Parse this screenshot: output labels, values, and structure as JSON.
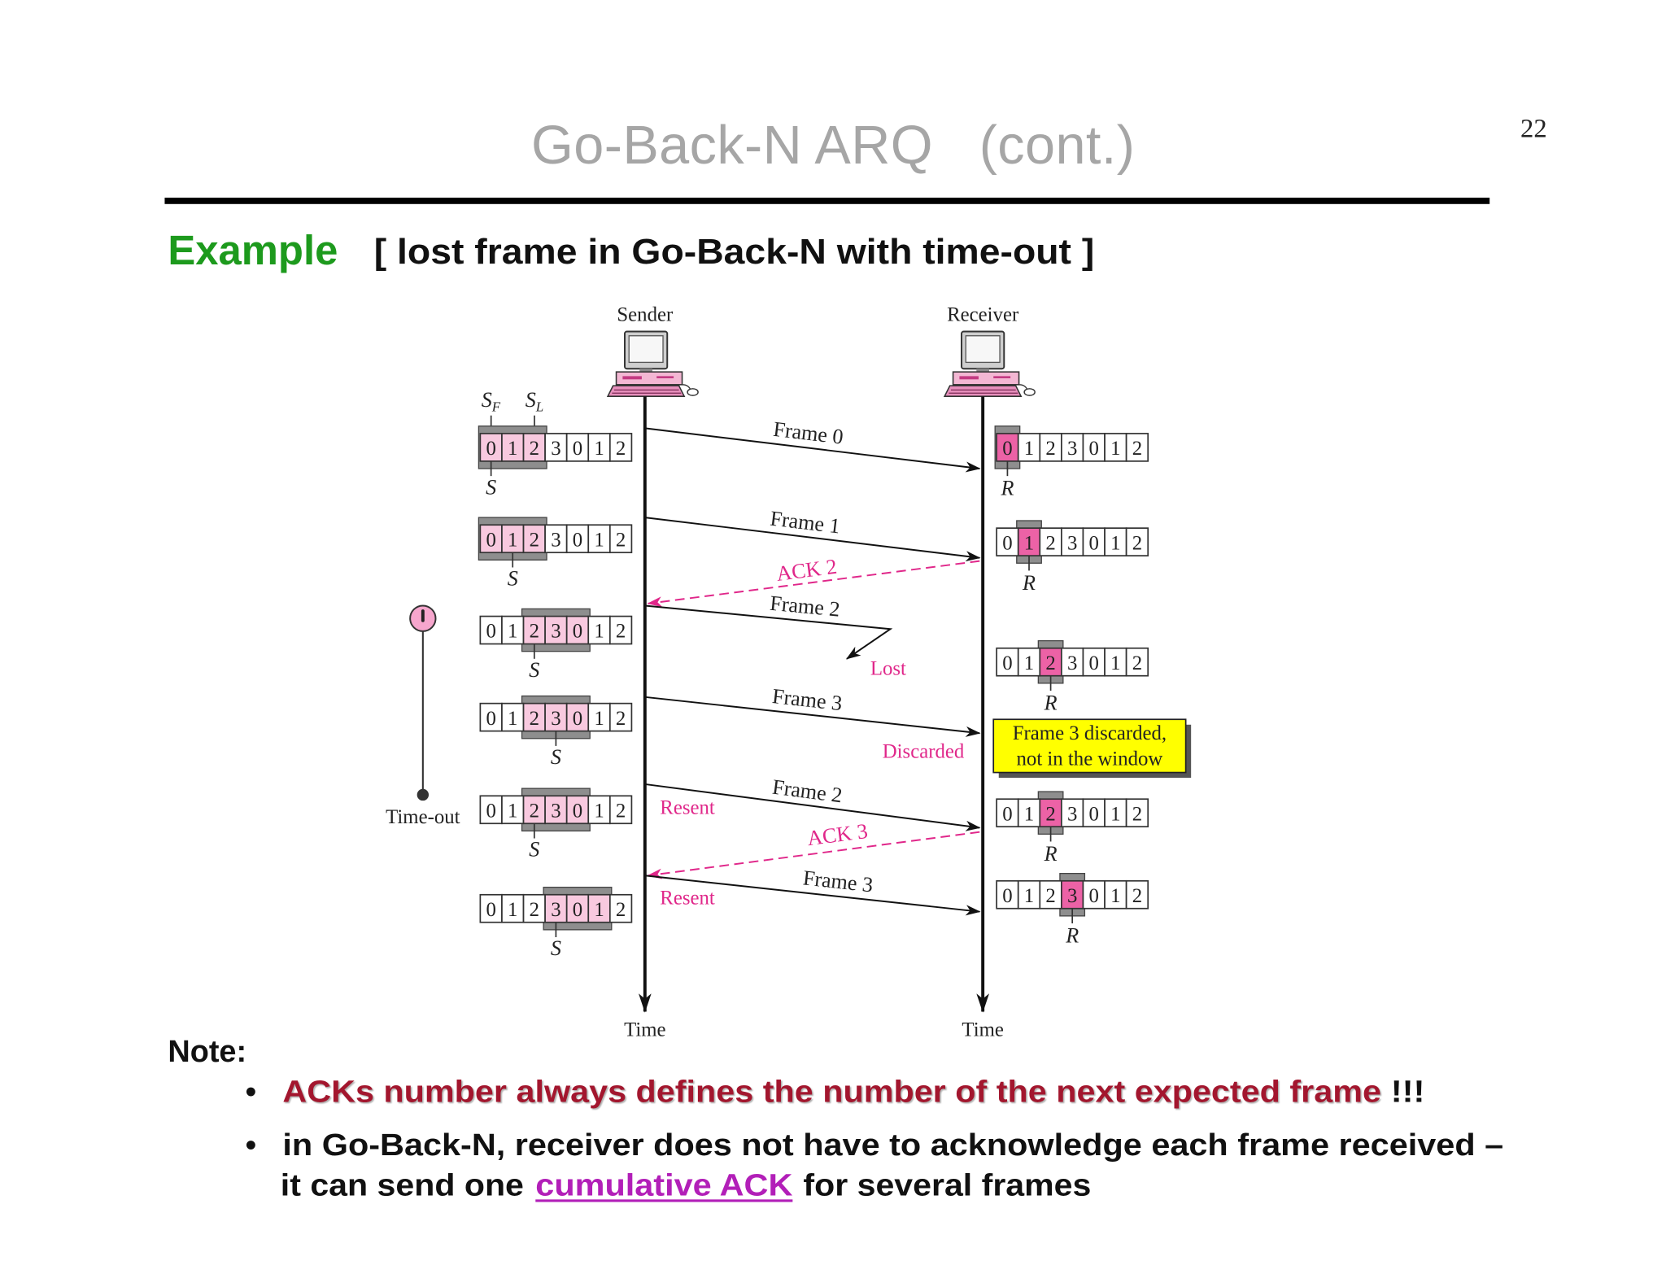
{
  "slide": {
    "page_number": "22",
    "title": "Go-Back-N ARQ   (cont.)"
  },
  "example": {
    "label": "Example",
    "subtitle": "[ lost frame in Go-Back-N with time-out ]"
  },
  "diagram": {
    "sender_label": "Sender",
    "receiver_label": "Receiver",
    "time_label": "Time",
    "sequence": [
      "0",
      "1",
      "2",
      "3",
      "0",
      "1",
      "2"
    ],
    "sender_first_pointer": {
      "symbol": "S",
      "subscript": "F"
    },
    "sender_last_pointer": {
      "symbol": "S",
      "subscript": "L"
    },
    "sender_pointer_symbol": "S",
    "receiver_pointer_symbol": "R",
    "sender_windows": [
      {
        "window_first": 0,
        "window_last": 2,
        "current": 0
      },
      {
        "window_first": 0,
        "window_last": 2,
        "current": 1
      },
      {
        "window_first": 2,
        "window_last": 4,
        "current": 2
      },
      {
        "window_first": 2,
        "window_last": 4,
        "current": 3
      },
      {
        "window_first": 2,
        "window_last": 4,
        "current": 2
      },
      {
        "window_first": 3,
        "window_last": 5,
        "current": 3
      }
    ],
    "receiver_windows": [
      {
        "expected": 0
      },
      {
        "expected": 1
      },
      {
        "expected": 2
      },
      {
        "expected": 2
      },
      {
        "expected": 3
      }
    ],
    "messages": [
      {
        "label": "Frame 0",
        "kind": "frame"
      },
      {
        "label": "Frame 1",
        "kind": "frame"
      },
      {
        "label": "ACK 2",
        "kind": "ack"
      },
      {
        "label": "Frame 2",
        "kind": "frame",
        "status": "Lost"
      },
      {
        "label": "Frame 3",
        "kind": "frame",
        "status": "Discarded"
      },
      {
        "label": "Frame 2",
        "kind": "frame",
        "status": "Resent"
      },
      {
        "label": "ACK 3",
        "kind": "ack"
      },
      {
        "label": "Frame 3",
        "kind": "frame",
        "status": "Resent"
      }
    ],
    "timeout_label": "Time-out",
    "discard_note": {
      "line1": "Frame 3 discarded,",
      "line2": "not in the window"
    }
  },
  "notes": {
    "heading": "Note:",
    "bullet_symbol": "•",
    "point1": {
      "emphasis": "ACKs number always defines the number of the next expected frame",
      "suffix": "!!!"
    },
    "point2": {
      "line1": "in Go-Back-N, receiver does not have to acknowledge each frame received –",
      "line2_before": "it can send one",
      "link": "cumulative ACK",
      "line2_after": "for several frames"
    }
  },
  "icons": {
    "sender_station": "computer-icon",
    "receiver_station": "computer-icon",
    "timer": "timer-icon"
  },
  "colors": {
    "title_gray": "#a6a6a6",
    "example_green": "#1d9a1d",
    "accent_pink": "#e0278a",
    "note_red": "#a3172f",
    "link_magenta": "#b21fb8",
    "window_fill": "#f8c9df",
    "highlight_fill": "#ec62a6",
    "band_gray": "#8e8e8e",
    "note_yellow": "#ffff00"
  }
}
